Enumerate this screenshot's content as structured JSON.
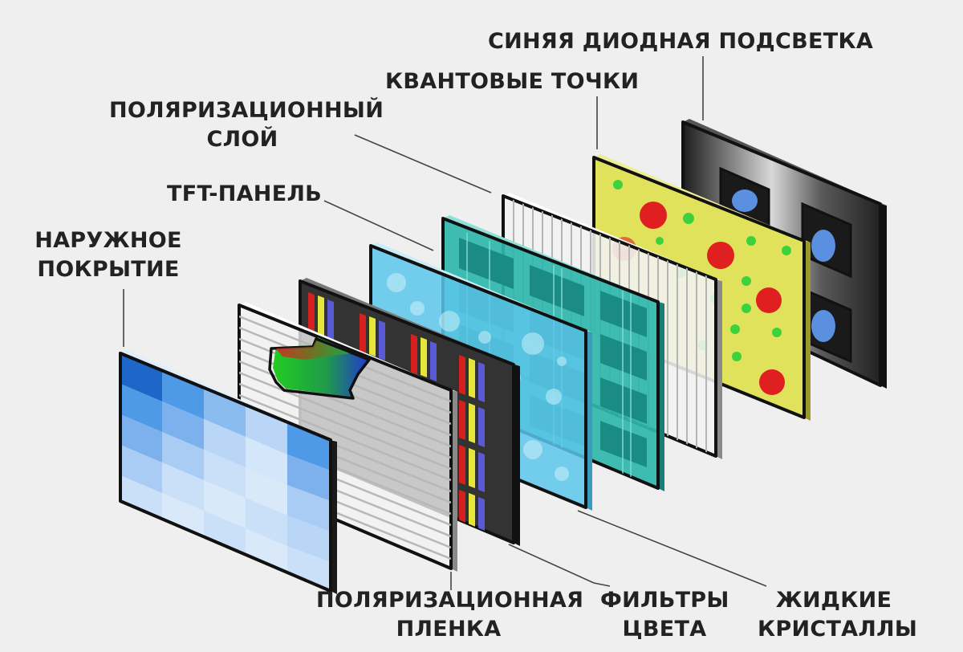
{
  "labels": {
    "blue_led_backlight": "СИНЯЯ ДИОДНАЯ ПОДСВЕТКА",
    "quantum_dots": "КВАНТОВЫЕ ТОЧКИ",
    "polarizing_layer": [
      "ПОЛЯРИЗАЦИОННЫЙ",
      "СЛОЙ"
    ],
    "tft_panel": "TFT-ПАНЕЛЬ",
    "outer_coating": [
      "НАРУЖНОЕ",
      "ПОКРЫТИЕ"
    ],
    "polarizing_film": [
      "ПОЛЯРИЗАЦИОННАЯ",
      "ПЛЕНКА"
    ],
    "color_filters": [
      "ФИЛЬТРЫ",
      "ЦВЕТА"
    ],
    "liquid_crystals": [
      "ЖИДКИЕ",
      "КРИСТАЛЛЫ"
    ]
  },
  "colors": {
    "background": "#efefef",
    "outline": "#111111",
    "backlight_frame": "#3a3a3a",
    "led": "#5b8fe0",
    "quantum_dots_base": "#dfe25a",
    "quantum_dot_red": "#e02020",
    "quantum_dot_green": "#3dd13d",
    "polarizer_white": "#f3f3f3",
    "liquid_crystal_teal": "#2fb7ad",
    "tft_cyan": "#5cc6ea",
    "filter_frame": "#333333",
    "filter_red": "#d62020",
    "filter_yellow": "#e6e63a",
    "filter_blue": "#5a5ad6",
    "outer_blue": "#4f9ae6"
  },
  "icons": {
    "light_direction": "gradient-arrow-icon"
  }
}
